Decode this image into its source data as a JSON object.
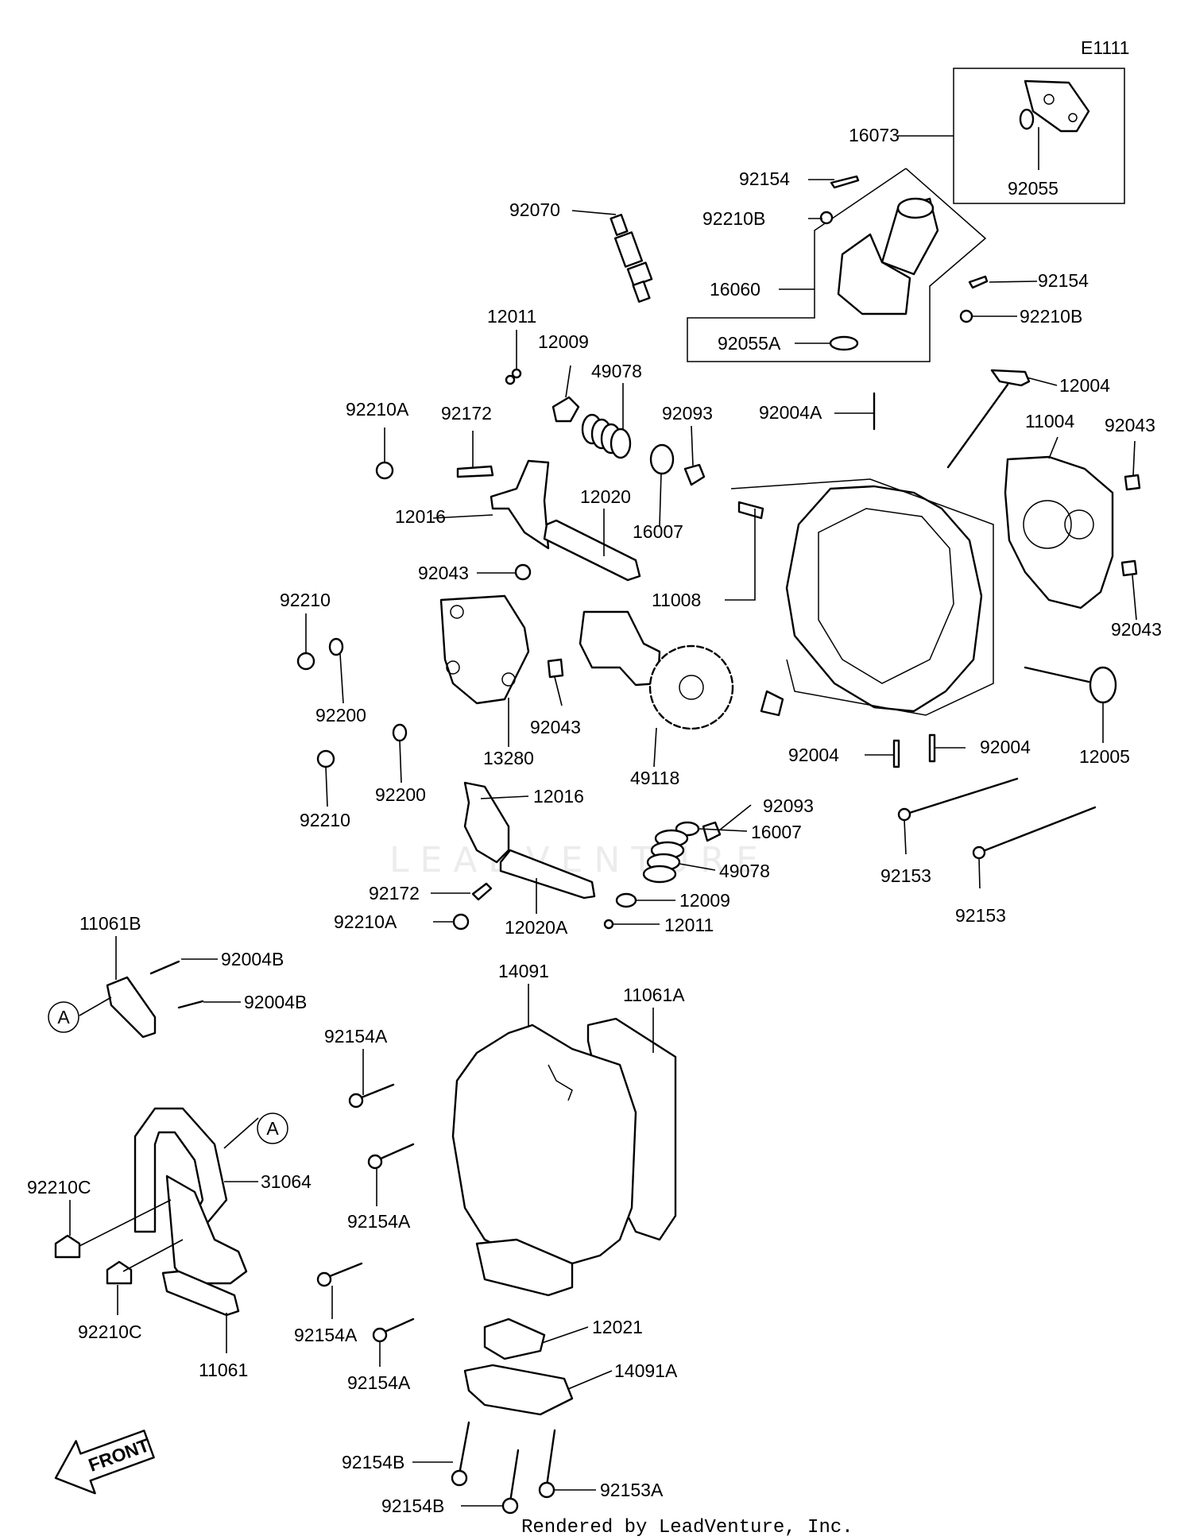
{
  "diagram_id": "E1111",
  "watermark": "LEADVENTURE",
  "footer": "Rendered by LeadVenture, Inc.",
  "front_label": "FRONT",
  "callout_letter": "A",
  "labels": {
    "l16073": "16073",
    "l92055": "92055",
    "l92154_top": "92154",
    "l92210B_top": "92210B",
    "l92070": "92070",
    "l16060": "16060",
    "l92154_right": "92154",
    "l92210B_right": "92210B",
    "l92055A": "92055A",
    "l12011_top": "12011",
    "l12009_top": "12009",
    "l49078_top": "49078",
    "l92210A_top": "92210A",
    "l92172_top": "92172",
    "l92093_top": "92093",
    "l92004A": "92004A",
    "l12004": "12004",
    "l11004": "11004",
    "l92043_tr": "92043",
    "l12016_top": "12016",
    "l12020": "12020",
    "l16007_top": "16007",
    "l92043_mid": "92043",
    "l11008": "11008",
    "l92043_right": "92043",
    "l92210_top": "92210",
    "l92200_top": "92200",
    "l92043_cam": "92043",
    "l13280": "13280",
    "l49118": "49118",
    "l12005": "12005",
    "l92004_a": "92004",
    "l92004_b": "92004",
    "l92200_bot": "92200",
    "l92210_bot": "92210",
    "l12016_bot": "12016",
    "l92093_bot": "92093",
    "l16007_bot": "16007",
    "l49078_bot": "49078",
    "l92153_a": "92153",
    "l92153_b": "92153",
    "l92172_bot": "92172",
    "l12009_bot": "12009",
    "l92210A_bot": "92210A",
    "l12020A": "12020A",
    "l12011_bot": "12011",
    "l11061B": "11061B",
    "l92004B_a": "92004B",
    "l92004B_b": "92004B",
    "l14091": "14091",
    "l11061A": "11061A",
    "l92154A_a": "92154A",
    "l92154A_b": "92154A",
    "l92154A_c": "92154A",
    "l92154A_d": "92154A",
    "l31064": "31064",
    "l92210C_a": "92210C",
    "l92210C_b": "92210C",
    "l11061": "11061",
    "l12021": "12021",
    "l14091A": "14091A",
    "l92154B_a": "92154B",
    "l92154B_b": "92154B",
    "l92153A": "92153A"
  },
  "icons": [
    "front-arrow-icon",
    "callout-a-icon"
  ]
}
